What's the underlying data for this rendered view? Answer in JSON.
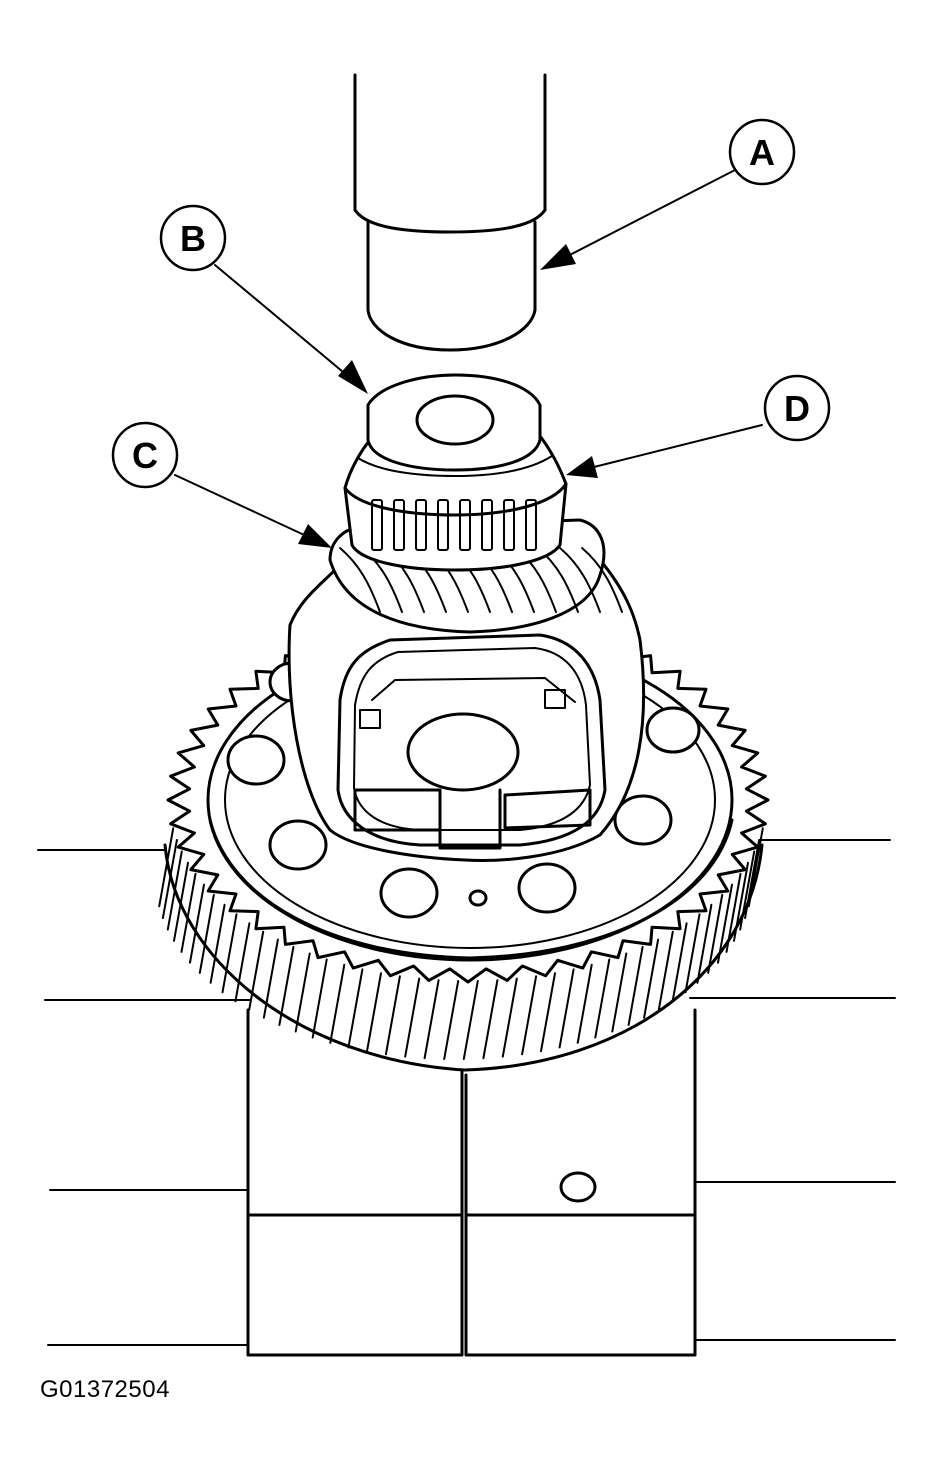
{
  "callouts": {
    "a": "A",
    "b": "B",
    "c": "C",
    "d": "D"
  },
  "figure_id": "G01372504"
}
